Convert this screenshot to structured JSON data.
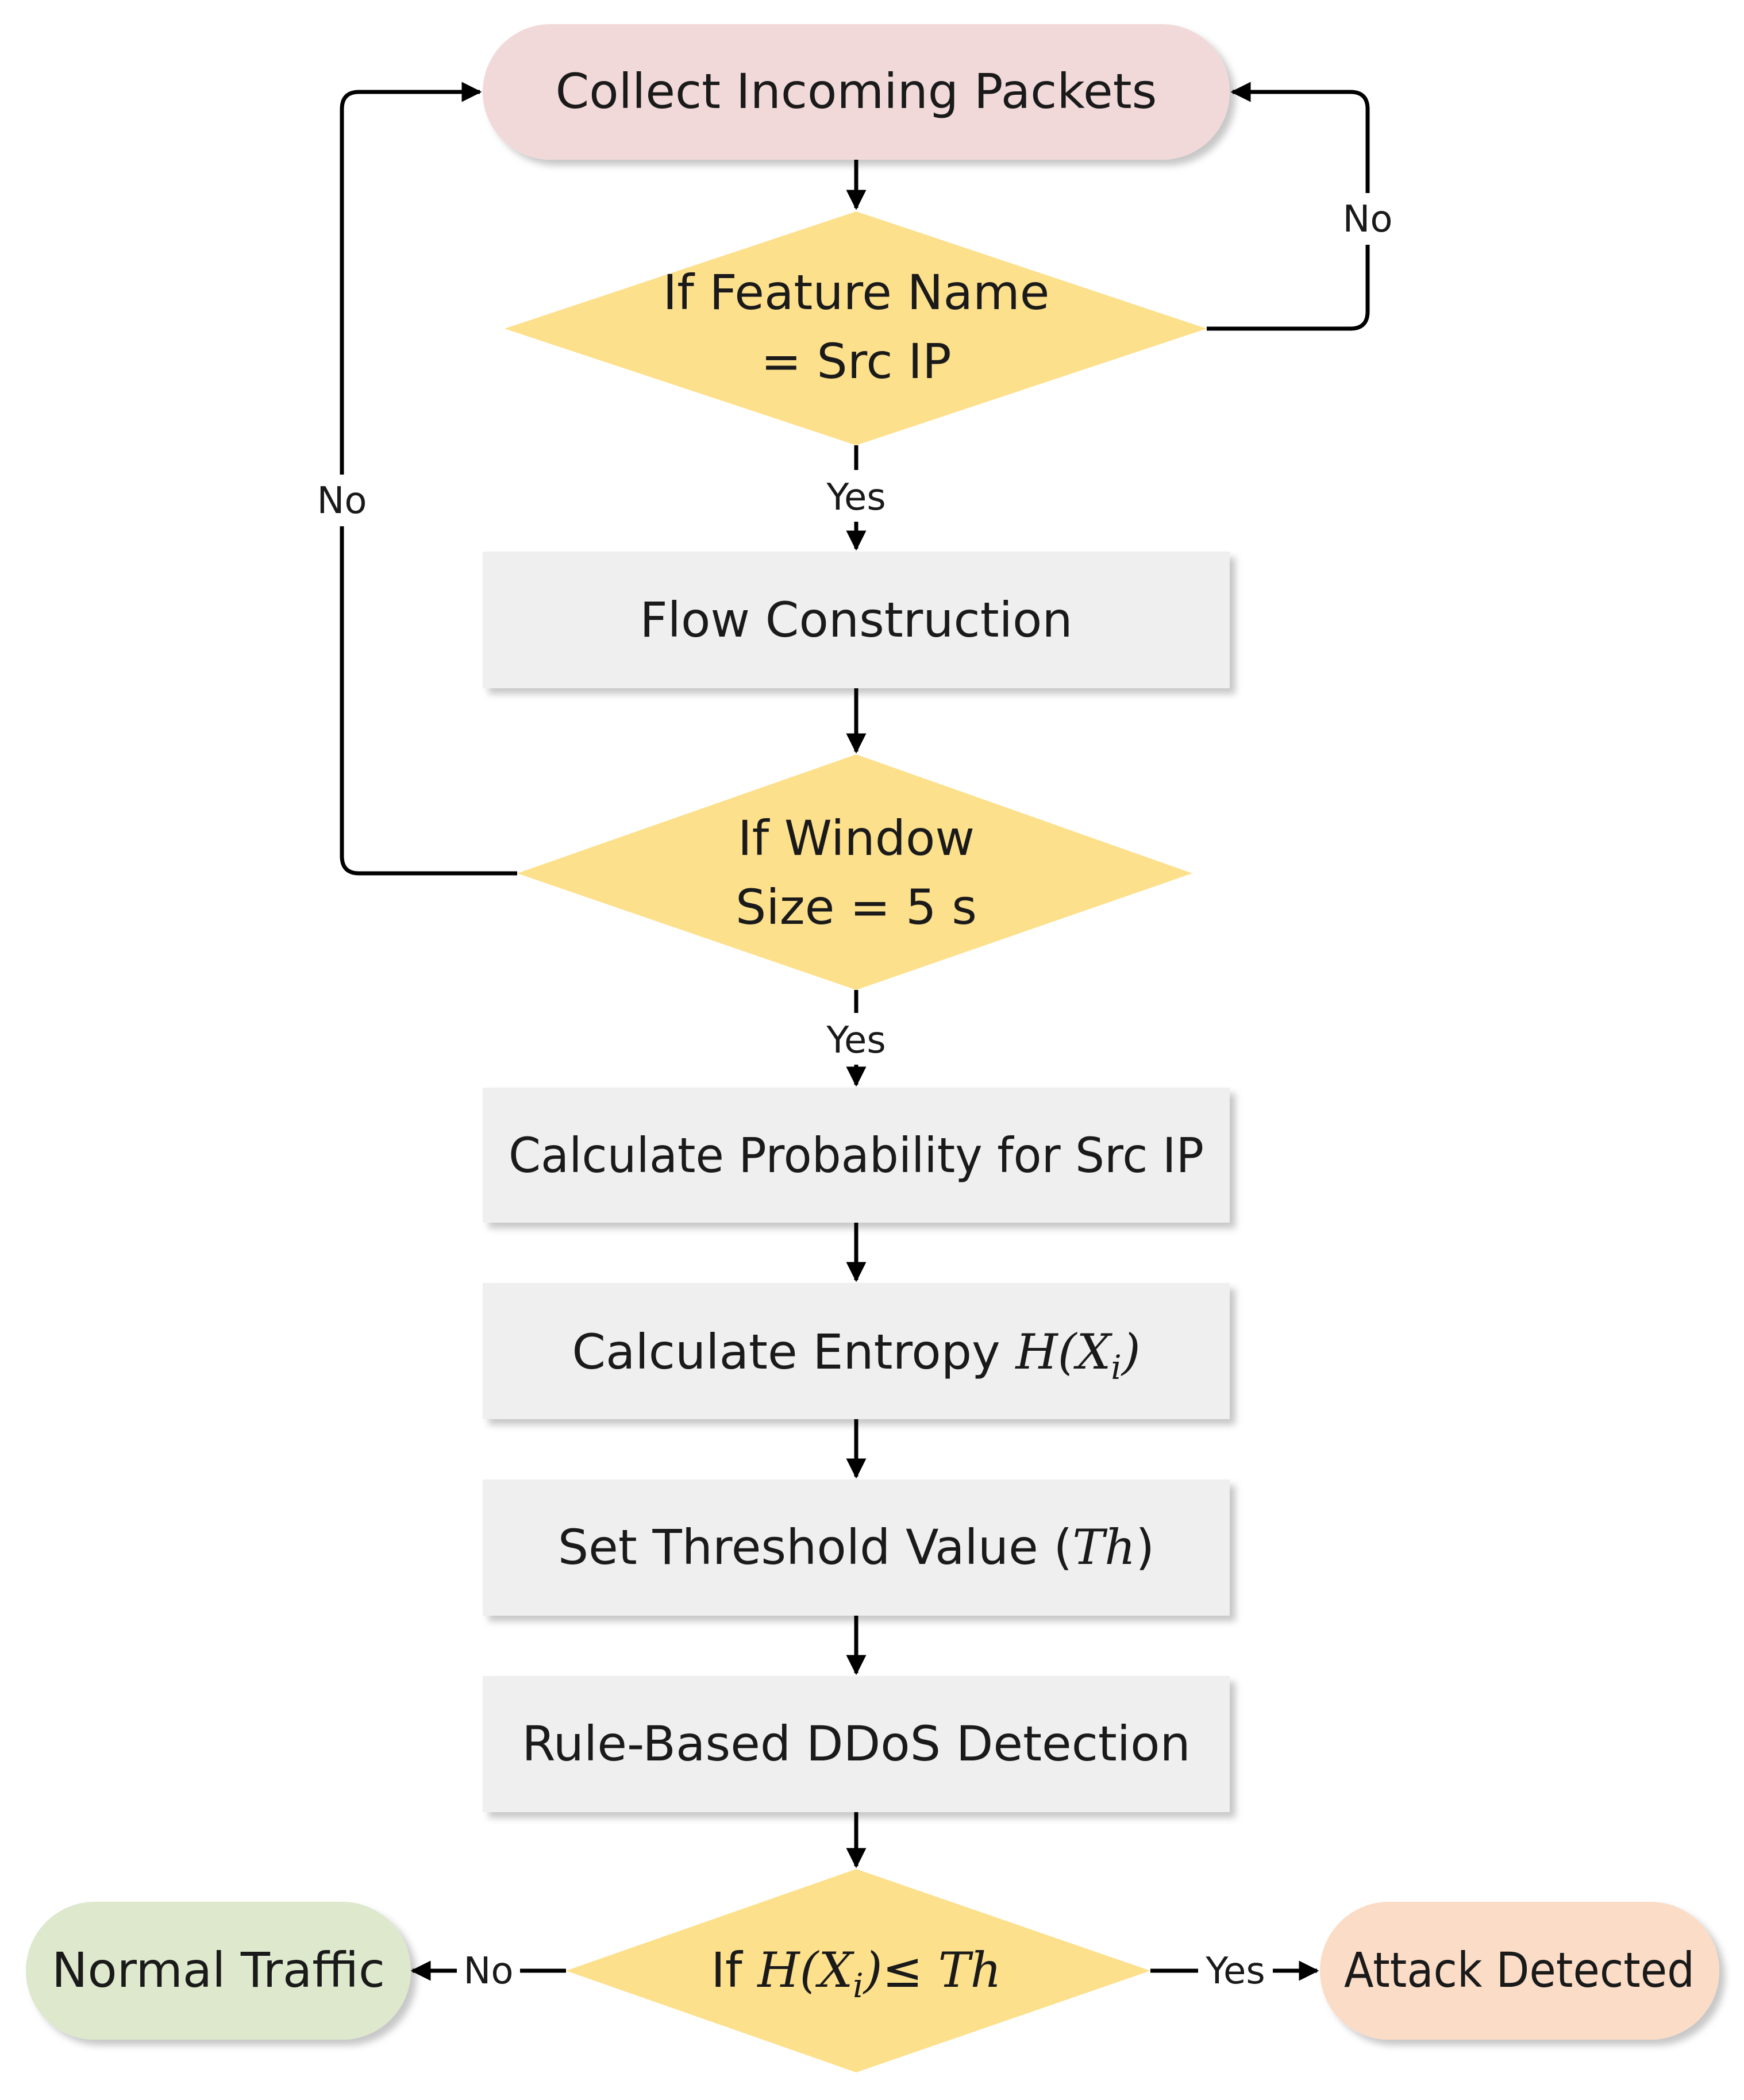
{
  "nodes": {
    "collect": {
      "label": "Collect Incoming Packets"
    },
    "feature_check": {
      "line1": "If Feature Name",
      "line2": "= Src IP"
    },
    "flow": {
      "label": "Flow Construction"
    },
    "window_check": {
      "line1": "If Window",
      "line2": "Size = 5 s"
    },
    "probability": {
      "label": "Calculate Probability for Src IP"
    },
    "entropy": {
      "label": "Calculate Entropy",
      "math_H": "H",
      "math_open": "(",
      "math_X": "X",
      "math_sub": "i",
      "math_close": ")"
    },
    "threshold": {
      "label": "Set Threshold Value (",
      "math": "Th",
      "close": ")"
    },
    "rule": {
      "label": "Rule-Based DDoS Detection"
    },
    "final_check": {
      "prefix": "If",
      "math_H": "H",
      "math_open": "(",
      "math_X": "X",
      "math_sub": "i",
      "math_close": ")",
      "op": "≤",
      "math_th": "Th"
    },
    "normal": {
      "label": "Normal Traffic"
    },
    "attack": {
      "label": "Attack Detected"
    }
  },
  "edges": {
    "feature_no": "No",
    "feature_yes": "Yes",
    "window_no": "No",
    "window_yes": "Yes",
    "final_no": "No",
    "final_yes": "Yes"
  },
  "colors": {
    "start": "#f2d9d9",
    "decision": "#fde08c",
    "process": "#efefef",
    "normal": "#dde8cc",
    "attack": "#fbdcc6"
  }
}
